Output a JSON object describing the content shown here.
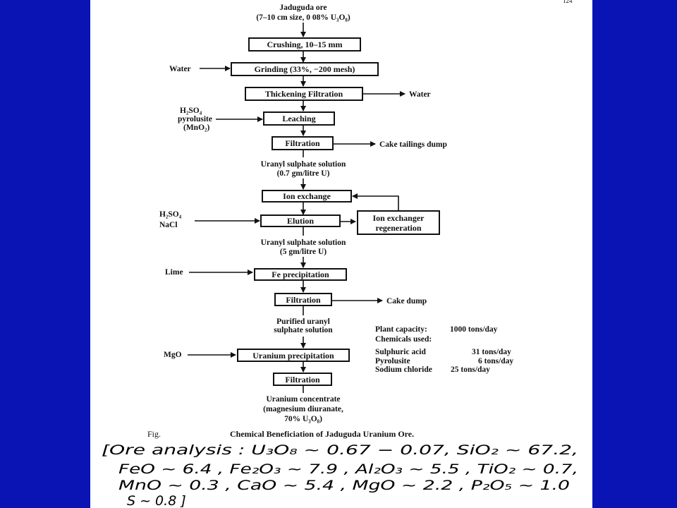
{
  "page_num": "124",
  "ore_source": [
    "Jaduguda ore",
    "(7–10 cm size, 0 08% U₃O₈)"
  ],
  "steps": [
    "Crushing, 10–15 mm",
    "Grinding (33%, −200 mesh)",
    "Thickening Filtration",
    "Leaching",
    "Filtration",
    "Ion exchange",
    "Elution",
    "Fe precipitation",
    "Filtration",
    "Uranium precipitation",
    "Filtration"
  ],
  "regen_box": [
    "Ion exchanger",
    "regeneration"
  ],
  "inputs": {
    "water": "Water",
    "leach": [
      "H₂SO₄",
      "pyrolusite",
      "(MnO₂)"
    ],
    "elution": [
      "H₂SO₄",
      "NaCl"
    ],
    "lime": "Lime",
    "mgo": "MgO"
  },
  "outputs": {
    "water": "Water",
    "cake_tailings": "Cake tailings dump",
    "cake_dump": "Cake dump"
  },
  "intermediates": {
    "sol1": [
      "Uranyl sulphate solution",
      "(0.7 gm/litre U)"
    ],
    "sol2": [
      "Uranyl sulphate solution",
      "(5 gm/litre U)"
    ],
    "purified": [
      "Purified uranyl",
      "sulphate solution"
    ],
    "concentrate": [
      "Uranium concentrate",
      "(magnesium diuranate,",
      "70% U₃O₈)"
    ]
  },
  "plant_info": {
    "capacity_label": "Plant capacity:",
    "capacity_value": "1000 tons/day",
    "chemicals_label": "Chemicals used:",
    "chemicals": [
      {
        "name": "Sulphuric acid",
        "amount": "31 tons/day"
      },
      {
        "name": "Pyrolusite",
        "amount": "6 tons/day"
      },
      {
        "name": "Sodium chloride",
        "amount": "25 tons/day"
      }
    ]
  },
  "caption": {
    "label": "Fig.",
    "text": "Chemical Beneficiation of Jaduguda Uranium Ore."
  },
  "handwritten": {
    "line1": "[Ore analysis :   U₃O₈ ~ 0.67 − 0.07,   SiO₂ ~ 67.2,",
    "line2": "FeO ~ 6.4 ,  Fe₂O₃ ~ 7.9 ,  Al₂O₃ ~ 5.5 ,  TiO₂ ~ 0.7,",
    "line3": "MnO ~ 0.3 ,  CaO ~ 5.4 ,  MgO ~ 2.2 ,  P₂O₅ ~ 1.0",
    "line4": "S ~ 0.8 ]"
  },
  "colors": {
    "background": "#0a14b4",
    "paper": "#ffffff",
    "ink": "#111111",
    "handwriting_accent": "#3344aa"
  }
}
